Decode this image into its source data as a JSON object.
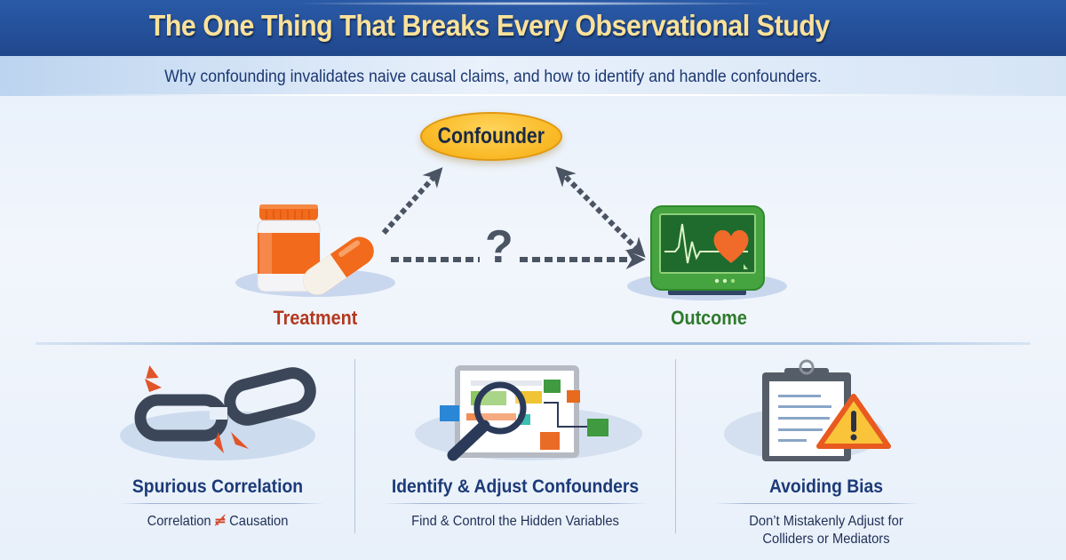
{
  "header": {
    "title": "The One Thing That Breaks Every Observational Study",
    "subtitle": "Why confounding invalidates naive causal claims, and how to identify and handle confounders."
  },
  "diagram": {
    "nodes": {
      "confounder": {
        "label": "Confounder",
        "icon": "ellipse-node",
        "color": "#f9b824"
      },
      "treatment": {
        "label": "Treatment",
        "icon": "pill-bottle-and-capsule-icon",
        "color": "#b2391f"
      },
      "outcome": {
        "label": "Outcome",
        "icon": "heart-monitor-icon",
        "color": "#2d7a2a"
      }
    },
    "edges": [
      {
        "from": "treatment",
        "to": "confounder",
        "style": "dotted-arrow"
      },
      {
        "from": "confounder",
        "to": "outcome",
        "style": "dotted-double-arrow"
      },
      {
        "from": "treatment",
        "to": "outcome",
        "style": "dotted-arrow",
        "label": "?"
      }
    ],
    "question_mark": "?"
  },
  "cards": [
    {
      "icon": "broken-chain-icon",
      "title": "Spurious Correlation",
      "desc_left": "Correlation",
      "desc_symbol": "⇌̸",
      "desc_right": "Causation"
    },
    {
      "icon": "magnifying-glass-diagram-icon",
      "title": "Identify & Adjust Confounders",
      "desc": "Find & Control the Hidden Variables"
    },
    {
      "icon": "clipboard-warning-icon",
      "title": "Avoiding Bias",
      "desc_line1": "Don’t Mistakenly Adjust for",
      "desc_line2": "Colliders or Mediators"
    }
  ],
  "colors": {
    "header_bg": "#244f98",
    "title_text": "#fbe29a",
    "subtitle_text": "#1b3772",
    "arrow": "#4a5463",
    "card_title": "#1c3a78",
    "accent_orange": "#f06a1e",
    "accent_green": "#3c9a3a"
  }
}
